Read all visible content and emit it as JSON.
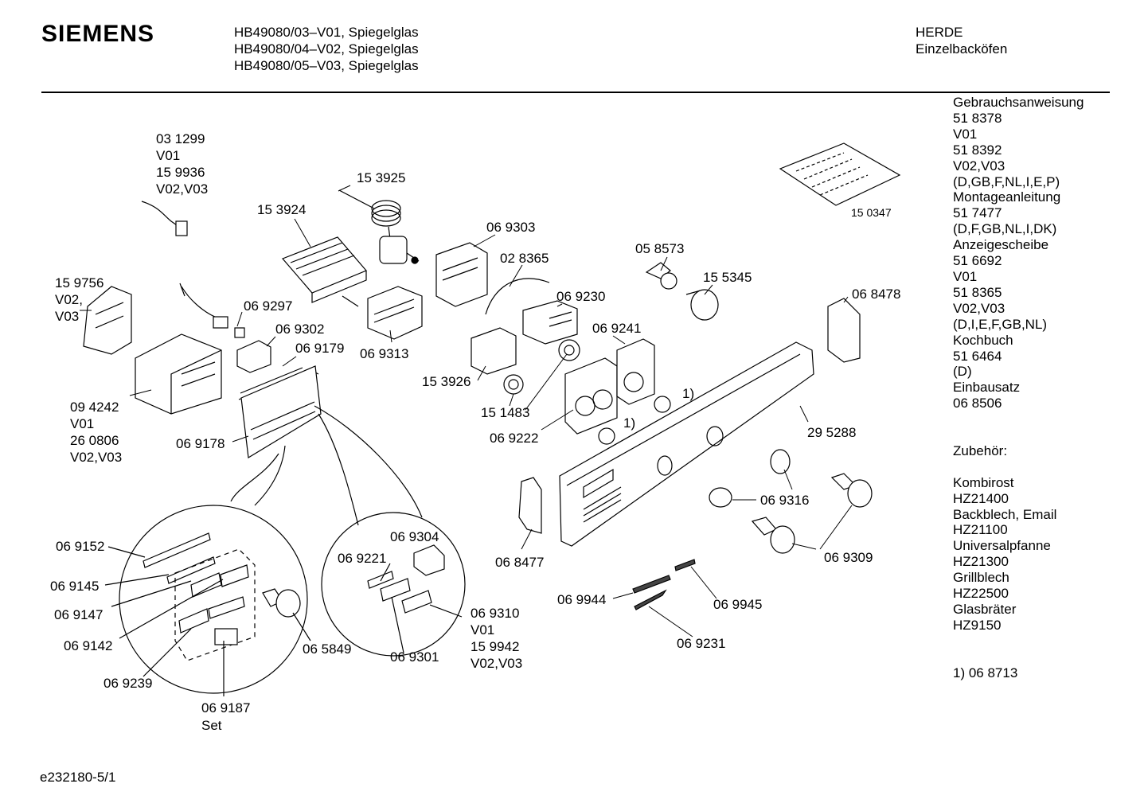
{
  "header": {
    "brand": "SIEMENS",
    "models": [
      "HB49080/03–V01, Spiegelglas",
      "HB49080/04–V02, Spiegelglas",
      "HB49080/05–V03, Spiegelglas"
    ],
    "category": [
      "HERDE",
      "Einzelbacköfen"
    ]
  },
  "sidebar": {
    "lines": [
      "Gebrauchsanweisung",
      "51 8378",
      "V01",
      "51 8392",
      "V02,V03",
      "(D,GB,F,NL,I,E,P)",
      "Montageanleitung",
      "51 7477",
      "(D,F,GB,NL,I,DK)",
      "Anzeigescheibe",
      "51 6692",
      "V01",
      "51 8365",
      "V02,V03",
      "(D,I,E,F,GB,NL)",
      "Kochbuch",
      "51 6464",
      "(D)",
      "Einbausatz",
      "06 8506",
      "",
      "",
      "Zubehör:",
      "",
      "Kombirost",
      "HZ21400",
      "Backblech, Email",
      "HZ21100",
      "Universalpfanne",
      "HZ21300",
      "Grillblech",
      "HZ22500",
      "Glasbräter",
      "HZ9150",
      "",
      "",
      "1) 06 8713"
    ]
  },
  "labels": {
    "p031299": "03 1299",
    "p031299_v01": "V01",
    "p159936": "15 9936",
    "p159936_v": "V02,V03",
    "p153925": "15 3925",
    "p153924": "15 3924",
    "p069303": "06 9303",
    "p028365": "02 8365",
    "p058573": "05 8573",
    "p155345": "15 5345",
    "p150347": "15 0347",
    "p068478": "06 8478",
    "p159756": "15 9756",
    "p159756_v02": "V02,",
    "p159756_v03": "V03",
    "p069297": "06 9297",
    "p069302": "06 9302",
    "p069179": "06 9179",
    "p069313": "06 9313",
    "p069230": "06 9230",
    "p069241": "06 9241",
    "p153926": "15 3926",
    "p151483": "15 1483",
    "p069222": "06 9222",
    "p094242": "09 4242",
    "p094242_v01": "V01",
    "p260806": "26 0806",
    "p260806_v": "V02,V03",
    "p069178": "06 9178",
    "note1a": "1)",
    "note1b": "1)",
    "p295288": "29 5288",
    "p069316": "06 9316",
    "p069309": "06 9309",
    "p068477": "06 8477",
    "p069944": "06 9944",
    "p069945": "06 9945",
    "p069231": "06 9231",
    "p069152": "06 9152",
    "p069145": "06 9145",
    "p069147": "06 9147",
    "p069142": "06 9142",
    "p069239": "06 9239",
    "p069187": "06 9187",
    "p069187_set": "Set",
    "p065849": "06 5849",
    "p069304": "06 9304",
    "p069221": "06 9221",
    "p069310": "06 9310",
    "p069310_v01": "V01",
    "p159942": "15 9942",
    "p159942_v": "V02,V03",
    "p069301": "06 9301"
  },
  "footer": {
    "code": "e232180-5/1"
  }
}
